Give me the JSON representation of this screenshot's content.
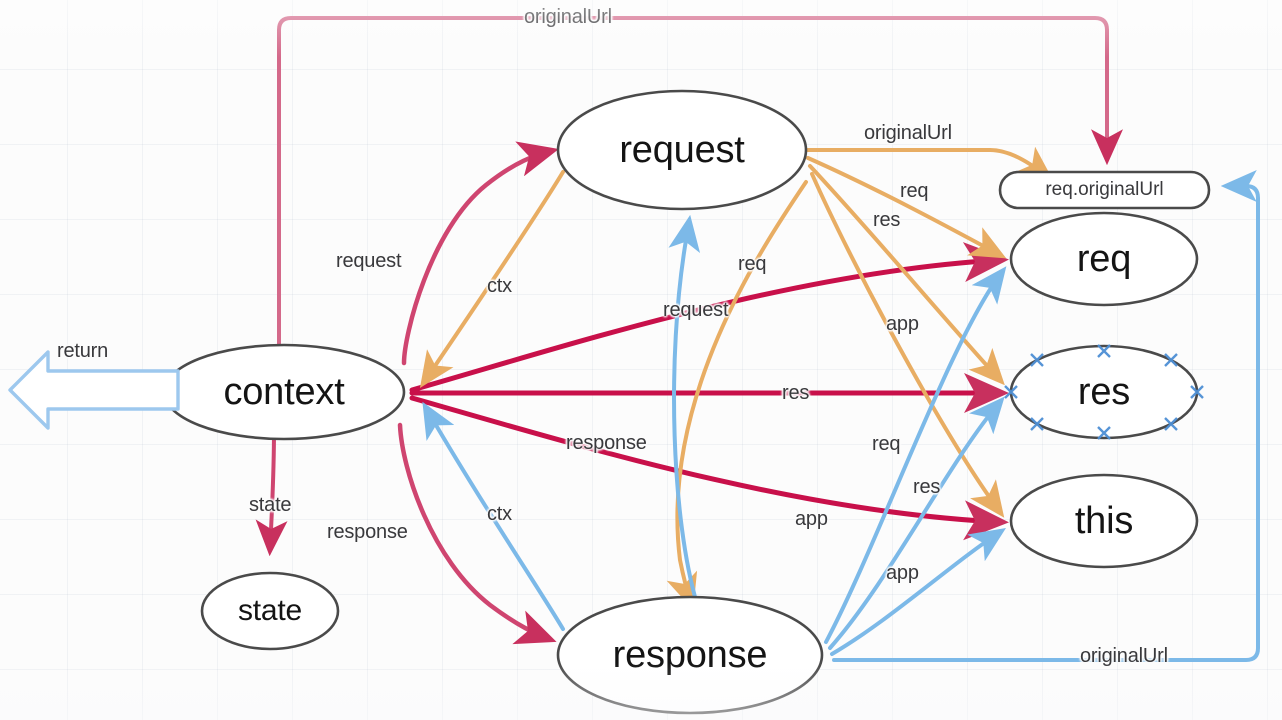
{
  "diagram": {
    "title": "Koa context / request / response delegation diagram",
    "background": "#fcfcfc",
    "colors": {
      "crimson": "#c8305e",
      "orange": "#e8ad63",
      "blue": "#7cb9e8",
      "node_stroke": "#4a4a4a",
      "text": "#141414"
    }
  },
  "nodes": [
    {
      "id": "context",
      "label": "context",
      "shape": "ellipse",
      "font_size": 38
    },
    {
      "id": "request",
      "label": "request",
      "shape": "ellipse",
      "font_size": 38
    },
    {
      "id": "response",
      "label": "response",
      "shape": "ellipse",
      "font_size": 38
    },
    {
      "id": "state",
      "label": "state",
      "shape": "ellipse",
      "font_size": 30
    },
    {
      "id": "req",
      "label": "req",
      "shape": "ellipse",
      "font_size": 38
    },
    {
      "id": "res",
      "label": "res",
      "shape": "ellipse",
      "font_size": 38,
      "selected": true
    },
    {
      "id": "this",
      "label": "this",
      "shape": "ellipse",
      "font_size": 38
    },
    {
      "id": "req-originalurl",
      "label": "req.originalUrl",
      "shape": "rounded-rect",
      "font_size": 19
    }
  ],
  "edges": [
    {
      "from": "context",
      "to": "req-originalurl",
      "label": "originalUrl",
      "color": "crimson"
    },
    {
      "from": "context",
      "to": "request",
      "label": "request",
      "color": "crimson"
    },
    {
      "from": "context",
      "to": "state",
      "label": "state",
      "color": "crimson"
    },
    {
      "from": "context",
      "to": "response",
      "label": "response",
      "color": "crimson"
    },
    {
      "from": "context",
      "to": "req",
      "label": "req",
      "color": "crimson"
    },
    {
      "from": "context",
      "to": "res",
      "label": "res",
      "color": "crimson"
    },
    {
      "from": "context",
      "to": "this",
      "label": "app",
      "color": "crimson"
    },
    {
      "from": "request",
      "to": "context",
      "label": "ctx",
      "color": "orange"
    },
    {
      "from": "request",
      "to": "req-originalurl",
      "label": "originalUrl",
      "color": "orange"
    },
    {
      "from": "request",
      "to": "req",
      "label": "req",
      "color": "orange"
    },
    {
      "from": "request",
      "to": "res",
      "label": "res",
      "color": "orange"
    },
    {
      "from": "request",
      "to": "this",
      "label": "app",
      "color": "orange"
    },
    {
      "from": "request",
      "to": "response",
      "label": "response",
      "color": "orange"
    },
    {
      "from": "response",
      "to": "context",
      "label": "ctx",
      "color": "blue"
    },
    {
      "from": "response",
      "to": "request",
      "label": "request",
      "color": "blue"
    },
    {
      "from": "response",
      "to": "req",
      "label": "req",
      "color": "blue"
    },
    {
      "from": "response",
      "to": "res",
      "label": "res",
      "color": "blue"
    },
    {
      "from": "response",
      "to": "this",
      "label": "app",
      "color": "blue"
    },
    {
      "from": "response",
      "to": "req-originalurl",
      "label": "originalUrl",
      "color": "blue"
    }
  ],
  "callout": {
    "label": "return",
    "color": "#7cb9e8",
    "direction": "left"
  },
  "labels": {
    "originalurl_top": "originalUrl",
    "originalurl_right": "originalUrl",
    "originalurl_bottom": "originalUrl",
    "request_left": "request",
    "request_mid": "request",
    "ctx_top": "ctx",
    "ctx_bottom": "ctx",
    "state": "state",
    "response_left": "response",
    "response_mid": "response",
    "req_top": "req",
    "req_mid": "req",
    "req_low": "req",
    "res_top": "res",
    "res_mid": "res",
    "res_low": "res",
    "app_top": "app",
    "app_mid": "app",
    "app_low": "app",
    "return": "return"
  },
  "node_text": {
    "context": "context",
    "request": "request",
    "response": "response",
    "state": "state",
    "req": "req",
    "res": "res",
    "this": "this",
    "req_originalurl": "req.originalUrl"
  }
}
